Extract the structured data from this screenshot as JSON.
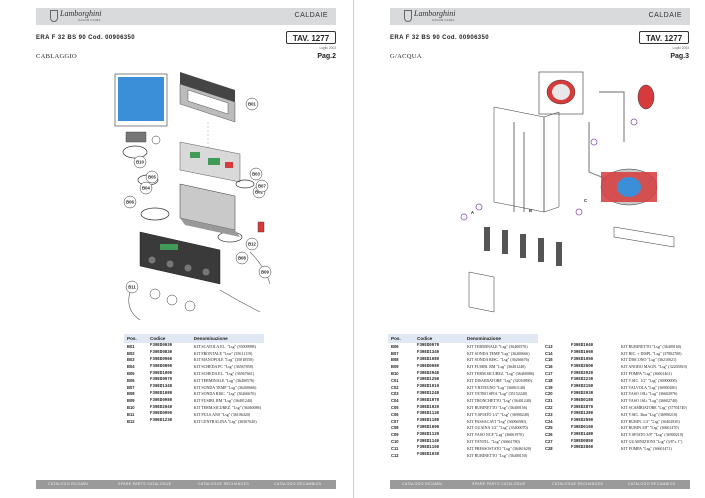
{
  "brand": "Lamborghini",
  "brand_sub": "CALOR CLIMA",
  "left": {
    "section": "CALDAIE",
    "model_line": "ERA F 32 BS 90 Cod. 00906350",
    "tav": "TAV. 1277",
    "date": "Luglio 2003",
    "subtitle": "CABLAGGIO",
    "page": "Pag.2",
    "table_headers": {
      "pos": "Pos.",
      "code": "Codice",
      "desc": "Denominazione"
    },
    "rows": [
      {
        "pos": "B01",
        "code": "F39ED0930",
        "desc": "KIT SCATOLA EL. \"Lsg\" (35009988)"
      },
      {
        "pos": "B02",
        "code": "F39ED0830",
        "desc": "KIT FRONTALE \"Lsw\" (35611119)"
      },
      {
        "pos": "B03",
        "code": "F39ED0960",
        "desc": "KIT MANOPOLE \"Lsg\" (35010550)"
      },
      {
        "pos": "B04",
        "code": "F39ED0090",
        "desc": "KIT SCHEDA PC \"Lsg\" (36567858)"
      },
      {
        "pos": "B05",
        "code": "F39ED1000",
        "desc": "KIT SCHEDA EL. \"Lsg\" (36567661)"
      },
      {
        "pos": "B06",
        "code": "F39ED0970",
        "desc": "KIT TERMINALE \"Lsg\" (36400576)"
      },
      {
        "pos": "B07",
        "code": "F39ED1340",
        "desc": "KIT SONDA TEMP \"Lsg\" (36200666)"
      },
      {
        "pos": "B08",
        "code": "F39ED1080",
        "desc": "KIT SONDA RISC. \"Lsg\" (36266676)"
      },
      {
        "pos": "B09",
        "code": "F39ED0980",
        "desc": "KIT FUSIBI. RM \"Lsg\" (36401240)"
      },
      {
        "pos": "B10",
        "code": "F39ED2940",
        "desc": "KIT TERM.SICUREZ. \"Lsg\" (36460086)"
      },
      {
        "pos": "B11",
        "code": "F39ED0950",
        "desc": "KIT PULS.ANS \"Lsg\" (36106420)"
      },
      {
        "pos": "B12",
        "code": "F39ED1230",
        "desc": "KIT CENTRALINA \"Lsg\" (36567620)"
      }
    ],
    "callouts": [
      "B01",
      "B02",
      "B03",
      "B04",
      "B05",
      "B06",
      "B07",
      "B08",
      "B09",
      "B10",
      "B11",
      "B12"
    ],
    "footer": [
      "CATALOGO RICAMBI",
      "SPARE PARTS CATALOGUE",
      "CATALOGUE RECHANGES",
      "CATALOGO RECAMBIOS"
    ]
  },
  "right": {
    "section": "CALDAIE",
    "model_line": "ERA F 32 BS 90 Cod. 00906350",
    "tav": "TAV. 1277",
    "date": "Luglio 2003",
    "subtitle": "G/ACQUA",
    "page": "Pag.3",
    "table_headers": {
      "pos": "Pos.",
      "code": "Codice",
      "desc": "Denominazione"
    },
    "rows_left": [
      {
        "pos": "B06",
        "code": "F39ED0970",
        "desc": "KIT TERMINALE \"Lsg\" (36400576)"
      },
      {
        "pos": "B07",
        "code": "F39ED1340",
        "desc": "KIT SONDA TEMP \"Lsg\" (36200666)"
      },
      {
        "pos": "B08",
        "code": "F39ED1080",
        "desc": "KIT SONDA RISC. \"Lsg\" (36266676)"
      },
      {
        "pos": "B09",
        "code": "F39ED0980",
        "desc": "KIT FUSIBI. RM \"Lsg\" (36401240)"
      },
      {
        "pos": "B10",
        "code": "F39ED2940",
        "desc": "KIT TERM.SICUREZ. \"Lsg\" (36460086)"
      },
      {
        "pos": "C01",
        "code": "F39ED1250",
        "desc": "KIT DISAERATORE \"Lsg\" (32016890)"
      },
      {
        "pos": "C02",
        "code": "F39ED1010",
        "desc": "KIT V.RITEGNO \"Lsg\" (36061140)"
      },
      {
        "pos": "C03",
        "code": "F39ED1240",
        "desc": "KIT VETRO SPIA \"Lsg\" (35152240)"
      },
      {
        "pos": "C04",
        "code": "F39ED1070",
        "desc": "KIT TRONCHETTO \"Lsg\" (36401240)"
      },
      {
        "pos": "C05",
        "code": "F39ED1020",
        "desc": "KIT RUBINETTO \"Lsg\" (36400156)"
      },
      {
        "pos": "C06",
        "code": "F39ED1130",
        "desc": "KIT V.SFIATO 1/2\" \"Lsg\" (36900240)"
      },
      {
        "pos": "C07",
        "code": "F39ED1180",
        "desc": "KIT PASSACAVI \"Lsg\" (36066580)"
      },
      {
        "pos": "C08",
        "code": "F39ED1090",
        "desc": "KIT GUAINA 1/2\" \"Lsg\" (35400070)"
      },
      {
        "pos": "C09",
        "code": "F39ED1120",
        "desc": "KIT VASO NCF \"Lsg\" (36061970)"
      },
      {
        "pos": "C10",
        "code": "F39ED1140",
        "desc": "KIT VENTIL. \"Lsg\" (36661780)"
      },
      {
        "pos": "C11",
        "code": "F39ED1150",
        "desc": "KIT PRESSOSTATO \"Lsg\" (36461620)"
      },
      {
        "pos": "C12",
        "code": "F39ED1030",
        "desc": "KIT RUBINETTO \"Lsg\" (36400150)"
      }
    ],
    "rows_right": [
      {
        "pos": "C13",
        "code": "F39ED1040",
        "desc": "KIT RUBINETTO \"Lsg\" (36400160)"
      },
      {
        "pos": "C14",
        "code": "F39ED1060",
        "desc": "KIT RIC. + DISPL \"Lsg\" (37802700)"
      },
      {
        "pos": "C15",
        "code": "F39ED1050",
        "desc": "KIT DISCONO \"Lsg\" (36210021)"
      },
      {
        "pos": "C16",
        "code": "F39ED2600",
        "desc": "KIT ANODO MAGN. \"Lsg\" (32205810)"
      },
      {
        "pos": "C17",
        "code": "F39ED2920",
        "desc": "KIT POMPA \"Lsg\" (36601461)"
      },
      {
        "pos": "C18",
        "code": "F39ED2230",
        "desc": "KIT V.SIC. 1/2\" \"Lsg\" (36900006)"
      },
      {
        "pos": "C19",
        "code": "F39ED2150",
        "desc": "KIT VALVOLA \"Lsg\" (36900280)"
      },
      {
        "pos": "C20",
        "code": "F39ED2930",
        "desc": "KIT VASO 10Lt \"Lsg\" (36602976)"
      },
      {
        "pos": "C21",
        "code": "F39ED0180",
        "desc": "KIT VASO 16Lt \"Lsg\" (36602740)"
      },
      {
        "pos": "C22",
        "code": "F39ED2870",
        "desc": "KIT SCAMBIATORE \"Lsg\" (37704740)"
      },
      {
        "pos": "C23",
        "code": "F39ED1380",
        "desc": "KIT V.SIC. 3bar \"Lsg\" (36900210)"
      },
      {
        "pos": "C24",
        "code": "F39ED2590",
        "desc": "KIT RUBIN. 1/2\" \"Lsg\" (36402810)"
      },
      {
        "pos": "C25",
        "code": "F39ED0160",
        "desc": "KIT RUBIN.3/8\" \"Lsg\" (36601470)"
      },
      {
        "pos": "C26",
        "code": "F39ED1480",
        "desc": "KIT V.SFIATO 3/8\" \"Lsg\" (36900210)"
      },
      {
        "pos": "C27",
        "code": "F39ED0850",
        "desc": "KIT GUARNIZIONI \"Lsg\" (3/8\"x 1\")"
      },
      {
        "pos": "C28",
        "code": "F39ED2860",
        "desc": "KIT POMPA \"Lsg\" (36601471)"
      }
    ],
    "callouts": [
      "A",
      "B",
      "C"
    ],
    "footer": [
      "CATALOGO RICAMBI",
      "SPARE PARTS CATALOGUE",
      "CATALOGUE RECHANGES",
      "CATALOGO RECAMBIOS"
    ]
  },
  "colors": {
    "header_bar": "#d9dadb",
    "table_head": "#dfe8f3",
    "footer_bar": "#9a9a9a",
    "tank_red": "#d63a3a",
    "panel_blue": "#3b8fd8",
    "board_green": "#3f9b55"
  }
}
